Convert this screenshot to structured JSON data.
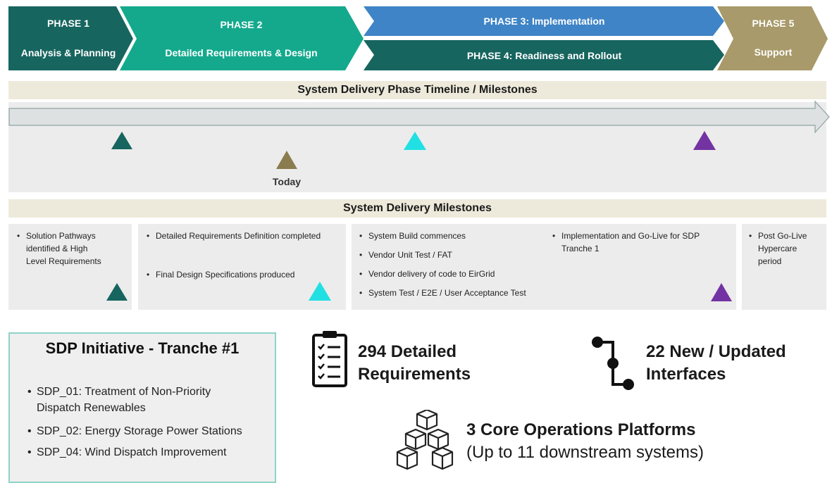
{
  "phases": [
    {
      "title": "PHASE 1",
      "subtitle": "Analysis & Planning",
      "color": "#17655f"
    },
    {
      "title": "PHASE 2",
      "subtitle": "Detailed Requirements & Design",
      "color": "#14a98d"
    },
    {
      "title": "PHASE 3: Implementation",
      "color": "#3f84c6"
    },
    {
      "title": "PHASE 4: Readiness and Rollout",
      "color": "#17655f"
    },
    {
      "title": "PHASE 5",
      "subtitle": "Support",
      "color": "#a89a6a"
    }
  ],
  "timeline": {
    "title": "System Delivery Phase Timeline / Milestones",
    "today_label": "Today",
    "marker_colors": [
      "#17655f",
      "#8a7c4e",
      "#21e0e3",
      "#7433a3"
    ]
  },
  "milestones": {
    "title": "System Delivery Milestones",
    "columns": [
      {
        "items": [
          "Solution Pathways identified & High Level Requirements"
        ],
        "marker_color": "#17655f"
      },
      {
        "items": [
          "Detailed Requirements Definition completed",
          "Final Design Specifications produced"
        ],
        "marker_color": "#21e0e3"
      },
      {
        "items": [
          "System Build commences",
          "Vendor Unit Test / FAT",
          "Vendor delivery of code to EirGrid",
          "System Test / E2E / User Acceptance Test"
        ]
      },
      {
        "items": [
          "Implementation and Go-Live for SDP Tranche 1"
        ],
        "marker_color": "#7433a3"
      },
      {
        "items": [
          "Post Go-Live Hypercare period"
        ]
      }
    ]
  },
  "initiative": {
    "title": "SDP Initiative - Tranche #1",
    "items": [
      "SDP_01: Treatment of Non-Priority Dispatch Renewables",
      "SDP_02: Energy Storage Power Stations",
      "SDP_04: Wind Dispatch Improvement"
    ],
    "border_color": "#8fd3c6"
  },
  "stats": {
    "requirements": {
      "line1": "294 Detailed",
      "line2": "Requirements",
      "icon": "checklist-icon"
    },
    "interfaces": {
      "line1": "22 New / Updated",
      "line2": "Interfaces",
      "icon": "connection-icon"
    },
    "platforms": {
      "line1": "3 Core Operations Platforms",
      "line2": "(Up to 11 downstream systems)",
      "icon": "cubes-icon"
    }
  }
}
